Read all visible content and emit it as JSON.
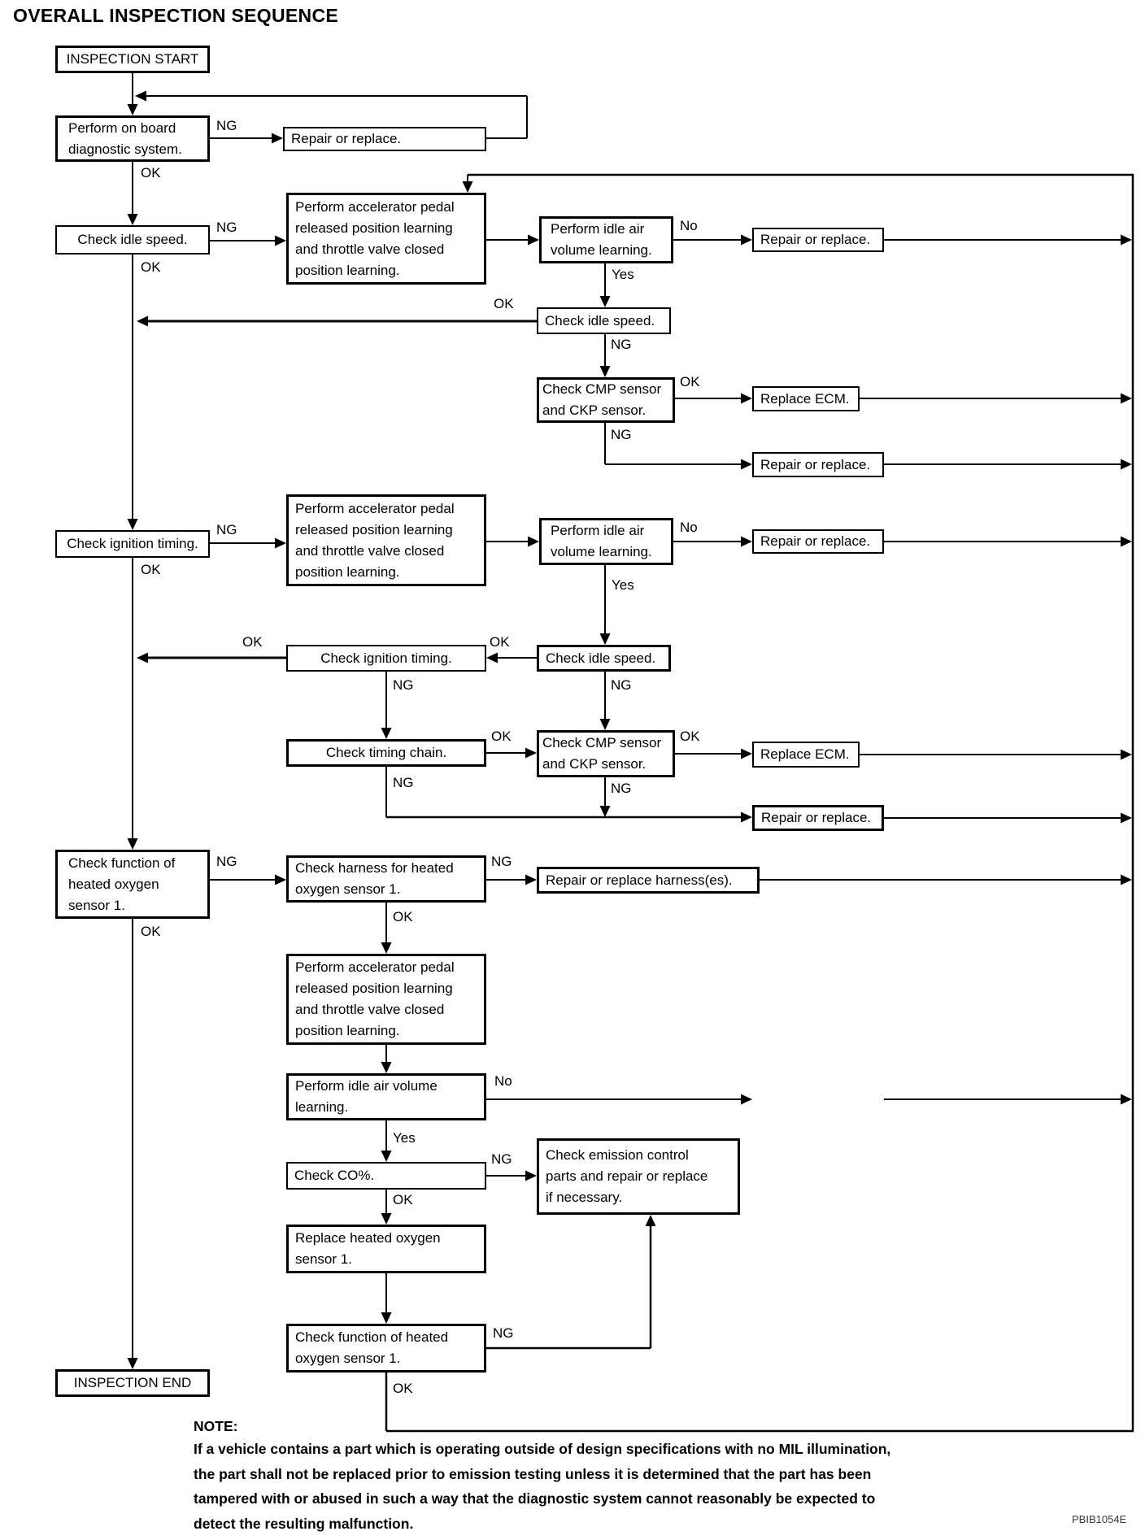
{
  "title": "OVERALL INSPECTION SEQUENCE",
  "labels": {
    "ng": "NG",
    "ok": "OK",
    "yes": "Yes",
    "no": "No"
  },
  "nodes": {
    "start": {
      "text": "INSPECTION START"
    },
    "on_board": {
      "text": "Perform on board\ndiagnostic system."
    },
    "repair1": {
      "text": "Repair or replace."
    },
    "idle1": {
      "text": "Check idle speed."
    },
    "accel1": {
      "text": "Perform accelerator pedal\nreleased position learning\nand throttle valve closed\nposition learning."
    },
    "iavl1": {
      "text": "Perform idle air\nvolume learning."
    },
    "repair2": {
      "text": "Repair or replace."
    },
    "idle2": {
      "text": "Check idle speed."
    },
    "cmp1": {
      "text": "Check CMP sensor\nand CKP sensor."
    },
    "ecm1": {
      "text": "Replace ECM."
    },
    "repair3": {
      "text": "Repair or replace."
    },
    "ign1": {
      "text": "Check ignition timing."
    },
    "accel2": {
      "text": "Perform accelerator pedal\nreleased position learning\nand throttle valve closed\nposition learning."
    },
    "iavl2": {
      "text": "Perform idle air\nvolume learning."
    },
    "repair4": {
      "text": "Repair or replace."
    },
    "idle3": {
      "text": "Check idle speed."
    },
    "ign2": {
      "text": "Check ignition timing."
    },
    "chain": {
      "text": "Check timing chain."
    },
    "cmp2": {
      "text": "Check CMP sensor\nand CKP sensor."
    },
    "ecm2": {
      "text": "Replace ECM."
    },
    "repair5": {
      "text": "Repair or replace."
    },
    "o2func1": {
      "text": "Check function of\nheated oxygen\nsensor 1."
    },
    "harness": {
      "text": "Check harness for heated\noxygen sensor 1."
    },
    "repair_harness": {
      "text": "Repair or replace harness(es)."
    },
    "accel3": {
      "text": "Perform accelerator pedal\nreleased position learning\nand throttle valve closed\nposition learning."
    },
    "iavl3": {
      "text": "Perform idle air volume\nlearning."
    },
    "co": {
      "text": "Check CO%."
    },
    "emission": {
      "text": "Check emission control\nparts and repair or replace\nif necessary."
    },
    "replace_o2": {
      "text": "Replace heated oxygen\nsensor 1."
    },
    "o2func2": {
      "text": "Check function of heated\noxygen sensor 1."
    },
    "end": {
      "text": "INSPECTION END"
    }
  },
  "note": {
    "heading": "NOTE:",
    "body": "If a vehicle contains a part which is operating outside of design specifications with no MIL illumination,\nthe part shall not be replaced prior to emission testing unless it is determined that the part has been\ntampered with or abused in such a way that the diagnostic system cannot reasonably be expected to\ndetect the resulting malfunction."
  },
  "figure_code": "PBIB1054E",
  "colors": {
    "line": "#000000",
    "background": "#ffffff",
    "text": "#000000"
  }
}
